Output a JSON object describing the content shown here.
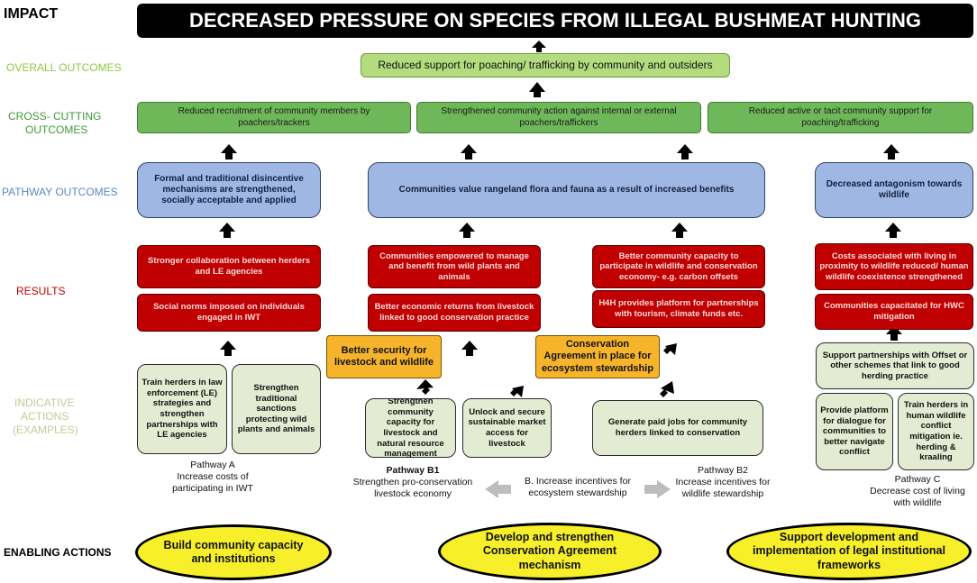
{
  "left_labels": {
    "impact": "IMPACT",
    "overall_outcomes": "OVERALL  OUTCOMES",
    "cross_cutting_line1": "CROSS-  CUTTING",
    "cross_cutting_line2": "OUTCOMES",
    "pathway_outcomes": "PATHWAY  OUTCOMES",
    "results": "RESULTS",
    "indicative_line1": "INDICATIVE",
    "indicative_line2": "ACTIONS",
    "indicative_line3": "(EXAMPLES)",
    "enabling_actions": "ENABLING  ACTIONS"
  },
  "label_colors": {
    "impact": "#000000",
    "overall": "#92c648",
    "cross": "#3f9a3c",
    "pathway": "#5a86c9",
    "results": "#c00000",
    "indicative": "#c5c998",
    "enabling": "#000000"
  },
  "impact": "DECREASED PRESSURE ON SPECIES FROM ILLEGAL BUSHMEAT HUNTING",
  "overall_outcome": "Reduced support for poaching/ trafficking by community and outsiders",
  "cross_cutting": [
    "Reduced recruitment of community members by poachers/trackers",
    "Strengthened community action against internal or external poachers/traffickers",
    "Reduced active or tacit community support for poaching/trafficking"
  ],
  "pathway_outcomes": {
    "a": "Formal and traditional disincentive mechanisms are strengthened, socially acceptable and applied",
    "b": "Communities value rangeland flora and fauna as a result of increased benefits",
    "c": "Decreased antagonism towards wildlife"
  },
  "results": {
    "a1": "Stronger collaboration between herders and LE agencies",
    "a2": "Social norms imposed on individuals engaged in IWT",
    "b1_1": "Communities empowered to manage and benefit from wild plants and animals",
    "b1_2": "Better economic returns from livestock linked to good conservation practice",
    "b2_1": "Better community capacity to participate in wildlife and conservation economy- e.g. carbon offsets",
    "b2_2": "H4H provides platform for partnerships with tourism, climate funds etc.",
    "c1": "Costs associated with living in proximity to wildlife reduced/ human wildlife coexistence strengthened",
    "c2": "Communities capacitated for HWC mitigation"
  },
  "intermediate": {
    "b1": "Better security for livestock and wildlife",
    "b2": "Conservation Agreement in place for ecosystem stewardship",
    "c": "Support partnerships with Offset or other schemes that link to good herding practice"
  },
  "actions": {
    "a1": "Train herders in law enforcement (LE) strategies and strengthen partnerships with LE agencies",
    "a2": "Strengthen traditional sanctions protecting wild plants and animals",
    "b1_1": "Strengthen community capacity for livestock and natural resource management",
    "b1_2": "Unlock and secure sustainable market access for livestock",
    "b2": "Generate paid jobs for community herders  linked to conservation",
    "c1": "Provide platform for dialogue for communities to better navigate conflict",
    "c2": "Train herders in human wildlife conflict mitigation ie. herding & kraaling"
  },
  "pathways": {
    "a_title": "Pathway A",
    "a_desc": "Increase costs of participating in IWT",
    "b1_title": "Pathway B1",
    "b1_desc": "Strengthen pro-conservation livestock economy",
    "b_center": "B. Increase incentives for ecosystem stewardship",
    "b2_title": "Pathway B2",
    "b2_desc": "Increase incentives for wildlife stewardship",
    "c_title": "Pathway C",
    "c_desc": "Decrease cost of living with wildlife"
  },
  "enabling": [
    "Build community capacity and institutions",
    "Develop and strengthen Conservation Agreement mechanism",
    "Support development and implementation of legal institutional frameworks"
  ]
}
